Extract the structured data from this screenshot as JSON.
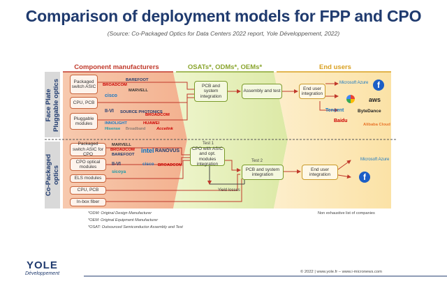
{
  "title": "Comparison of deployment models for FPP and CPO",
  "subtitle": "(Source: Co-Packaged Optics for Data Centers 2022 report, Yole Développement, 2022)",
  "columns": {
    "component_manufacturers": "Component manufacturers",
    "osats": "OSATs*, ODMs*, OEMs*",
    "end_users": "End users"
  },
  "rows": {
    "fpp_line1": "Face Plate",
    "fpp_line2": "Pluggable optics",
    "cpo_line1": "Co-Packaged",
    "cpo_line2": "optics"
  },
  "fpp": {
    "comp_boxes": [
      "Packaged switch ASIC",
      "CPU, PCB",
      "Pluggable modules"
    ],
    "osat_boxes": [
      "PCB and system integration",
      "Assembly and test"
    ],
    "end_box": "End user integration",
    "logos": [
      "BROADCOM",
      "BAREFOOT",
      "MARVELL",
      "cisco",
      "II-VI",
      "SOURCE PHOTONICS",
      "BROADCOM",
      "INNOLIGHT",
      "HUAWEI",
      "Hisense",
      "Broadband",
      "Accelink"
    ],
    "end_logos": [
      "Microsoft Azure",
      "Facebook",
      "Google",
      "aws",
      "Tencent",
      "Baidu",
      "ByteDance",
      "Alibaba Cloud"
    ]
  },
  "cpo": {
    "comp_boxes": [
      "Packaged switch ASIC for CPO",
      "CPO optical modules",
      "ELS modules",
      "CPU, PCB",
      "In-box fiber"
    ],
    "test1": "Test 1",
    "test2": "Test 2",
    "osat_boxes": [
      "CPO with ASIC and opt. modules integration",
      "PCB and system integration"
    ],
    "end_box": "End user integration",
    "yield": "Yield losses",
    "logos": [
      "MARVELL",
      "BROADCOM",
      "BAREFOOT",
      "intel",
      "RANOVUS",
      "II-VI",
      "sicoya",
      "cisco",
      "BROADCOM"
    ],
    "end_logos": [
      "Microsoft Azure",
      "Facebook"
    ]
  },
  "footnotes": [
    "*ODM: Original Design Manufacturer",
    "*OEM: Original Equipment Manufacturer",
    "*OSAT: Outsourced Semiconductor Assembly and Test"
  ],
  "non_exhaustive": "Non exhaustive list of companies",
  "brand": "YOLE",
  "brand_sub": "Développement",
  "copyright": "© 2022 | www.yole.fr – www.i-micronews.com",
  "colors": {
    "title": "#1f3a6e",
    "orange": "#e8a07a",
    "green": "#cfe08a",
    "yellow": "#f7d98a"
  }
}
